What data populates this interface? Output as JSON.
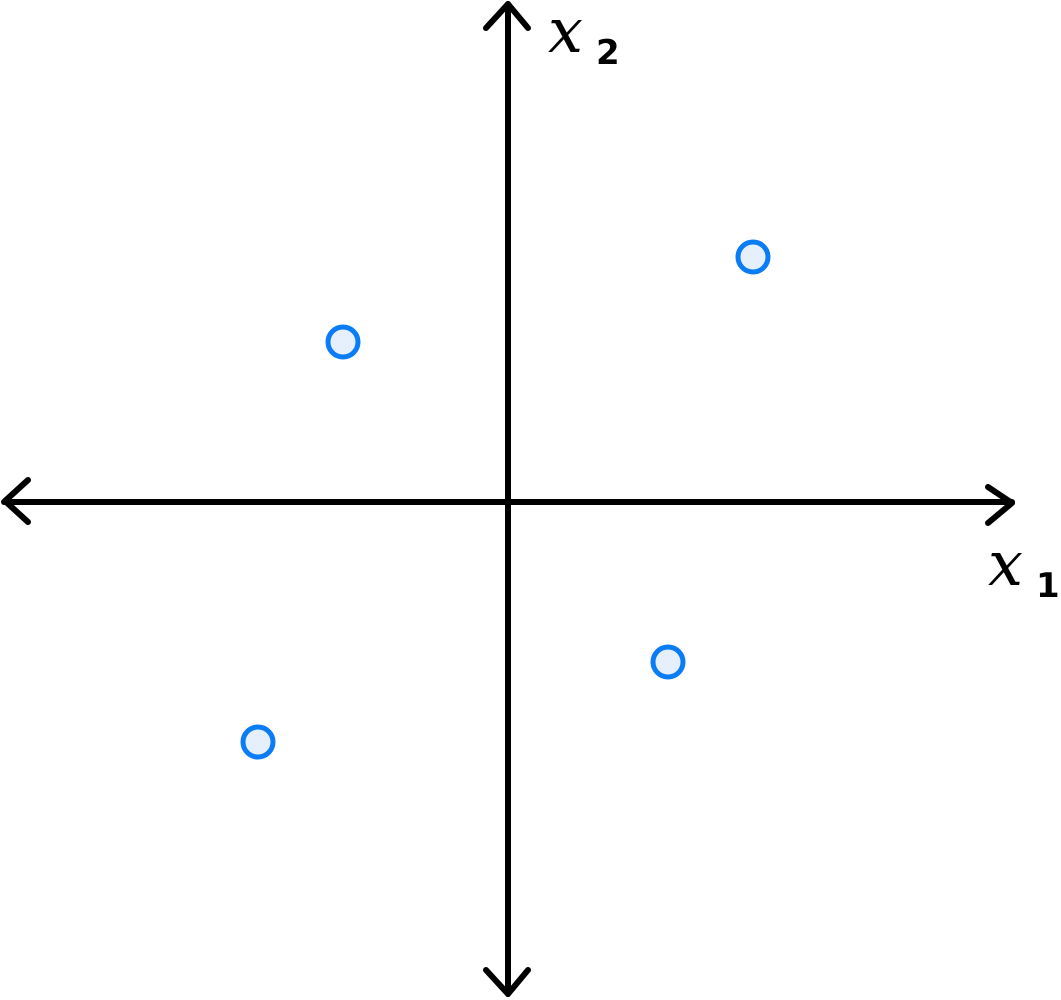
{
  "chart_data": {
    "type": "scatter",
    "title": "",
    "xlabel": "x",
    "xlabel_subscript": "1",
    "ylabel": "x",
    "ylabel_subscript": "2",
    "xlim": [
      -10.2,
      10.1
    ],
    "ylim": [
      -10,
      10
    ],
    "grid": false,
    "points": [
      {
        "x": -3.3,
        "y": 3.2
      },
      {
        "x": 4.9,
        "y": 4.9
      },
      {
        "x": 3.2,
        "y": -3.2
      },
      {
        "x": -5.0,
        "y": -4.8
      }
    ],
    "marker_stroke": "#0a7cf5",
    "marker_fill": "#e6f0fc"
  }
}
